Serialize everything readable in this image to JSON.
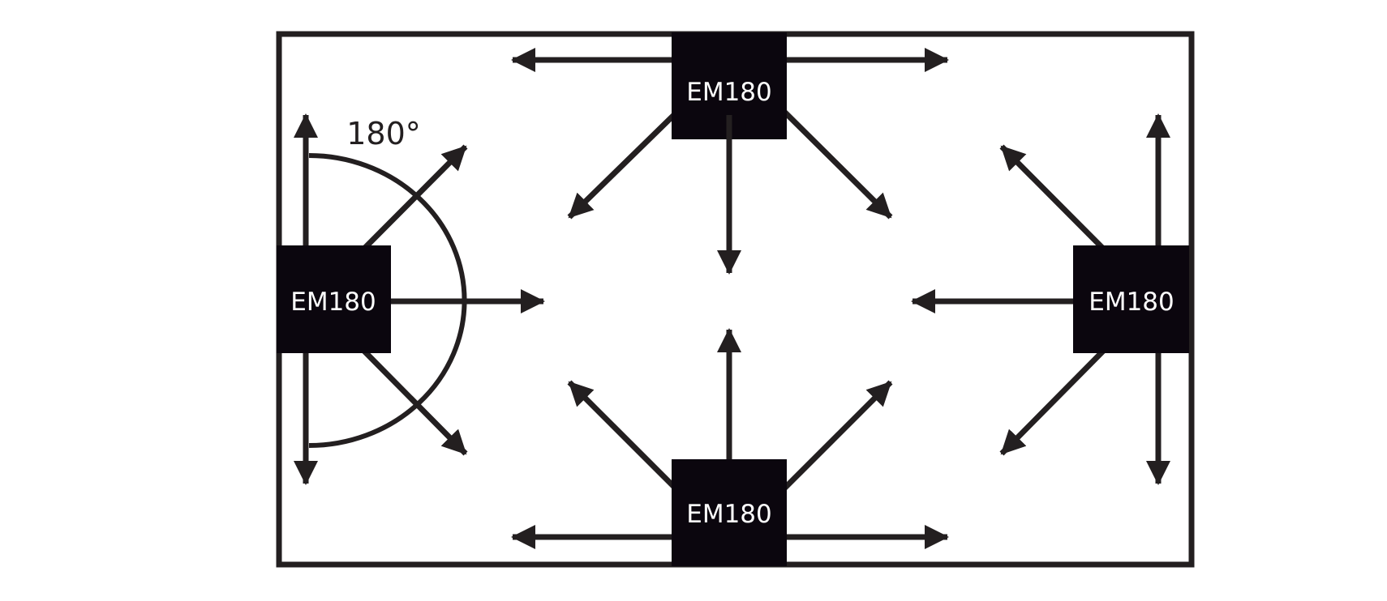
{
  "diagram": {
    "angle_label": "180°",
    "units": [
      {
        "id": "top",
        "label": "EM180"
      },
      {
        "id": "left",
        "label": "EM180"
      },
      {
        "id": "right",
        "label": "EM180"
      },
      {
        "id": "bottom",
        "label": "EM180"
      }
    ],
    "colors": {
      "unit_fill": "#0b060e",
      "stroke": "#231f20",
      "unit_text": "#ffffff",
      "background": "#ffffff"
    }
  }
}
